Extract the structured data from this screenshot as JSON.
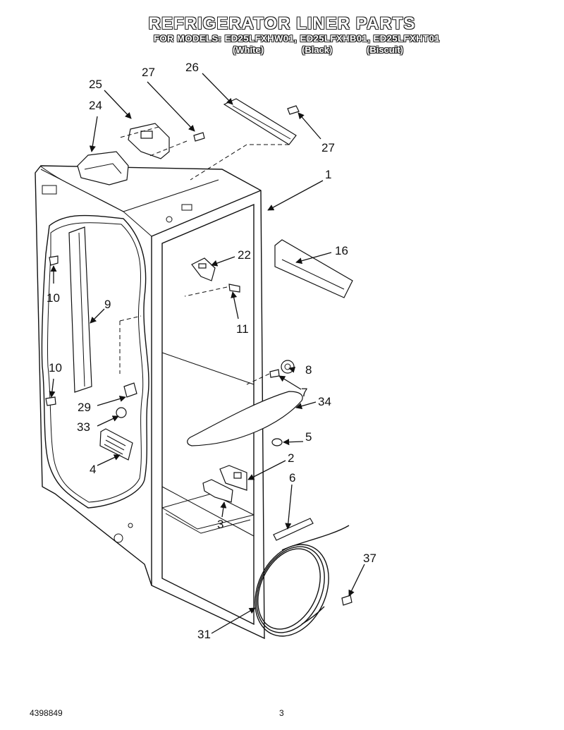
{
  "header": {
    "title": "REFRIGERATOR LINER PARTS",
    "models_line": "FOR MODELS: ED25LFXHW01, ED25LFXHB01, ED25LFXHT01",
    "variants": [
      "(White)",
      "(Black)",
      "(Biscuit)"
    ]
  },
  "callouts": [
    "27",
    "26",
    "25",
    "24",
    "27",
    "1",
    "22",
    "16",
    "10",
    "11",
    "9",
    "10",
    "8",
    "7",
    "29",
    "34",
    "33",
    "5",
    "2",
    "4",
    "6",
    "3",
    "37",
    "31"
  ],
  "footer": {
    "doc_number": "4398849",
    "page_number": "3"
  }
}
